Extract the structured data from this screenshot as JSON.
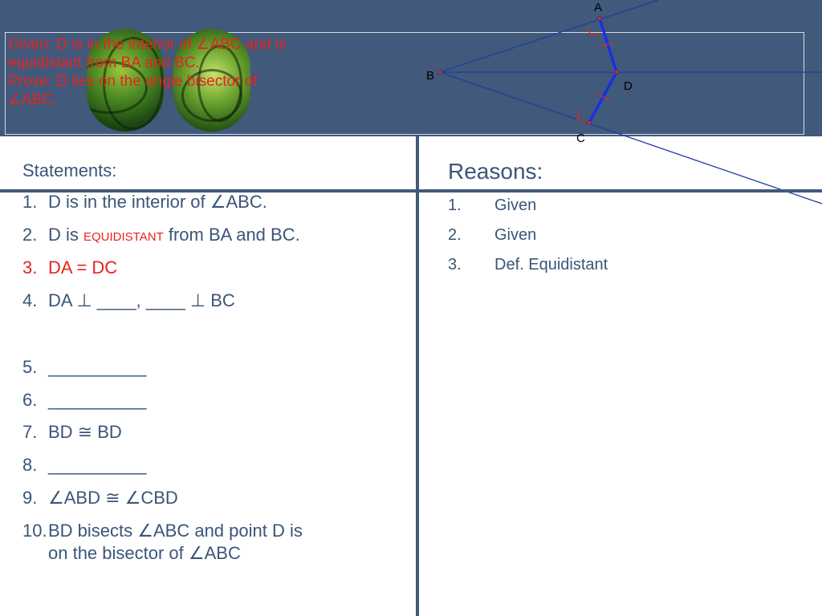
{
  "header": {
    "given_line_1": "Given:  D is in the interior of ∠ABC and is",
    "given_line_2": "equidistant from BA and BC.",
    "prove_line_1": "Prove:  D lies on the angle bisector of",
    "prove_line_2": "∠ABC."
  },
  "diagram": {
    "labels": {
      "a": "A",
      "b": "B",
      "c": "C",
      "d": "D"
    },
    "colors": {
      "ray": "#1f3d99",
      "segment": "#1a2ee8",
      "tick": "#e8231e"
    }
  },
  "statements": {
    "title": "Statements:",
    "items": [
      {
        "num": "1.",
        "text": "D is in the interior of ∠ABC."
      },
      {
        "num": "2.",
        "text_before": "D is ",
        "highlight": "EQUIDISTANT",
        "text_after": " from BA and BC."
      },
      {
        "num": "3.",
        "text": "DA = DC"
      },
      {
        "num": "4.",
        "text": "DA ⊥ ____, ____ ⊥ BC"
      },
      {
        "num": "5.",
        "text": "__________"
      },
      {
        "num": "6.",
        "text": "__________"
      },
      {
        "num": "7.",
        "text": "BD ≅ BD"
      },
      {
        "num": "8.",
        "text": "__________"
      },
      {
        "num": "9.",
        "text": "∠ABD ≅ ∠CBD"
      },
      {
        "num": "10.",
        "text_line_1": "BD bisects ∠ABC and point D is",
        "text_line_2": "on the bisector of ∠ABC"
      }
    ]
  },
  "reasons": {
    "title": "Reasons:",
    "items": [
      {
        "num": "1.",
        "text": "Given"
      },
      {
        "num": "2.",
        "text": "Given"
      },
      {
        "num": "3.",
        "text": "Def. Equidistant"
      }
    ]
  },
  "colors": {
    "header_bg": "#41597b",
    "accent_red": "#e8231e",
    "body_text": "#3b5578",
    "divider": "#41597b"
  }
}
